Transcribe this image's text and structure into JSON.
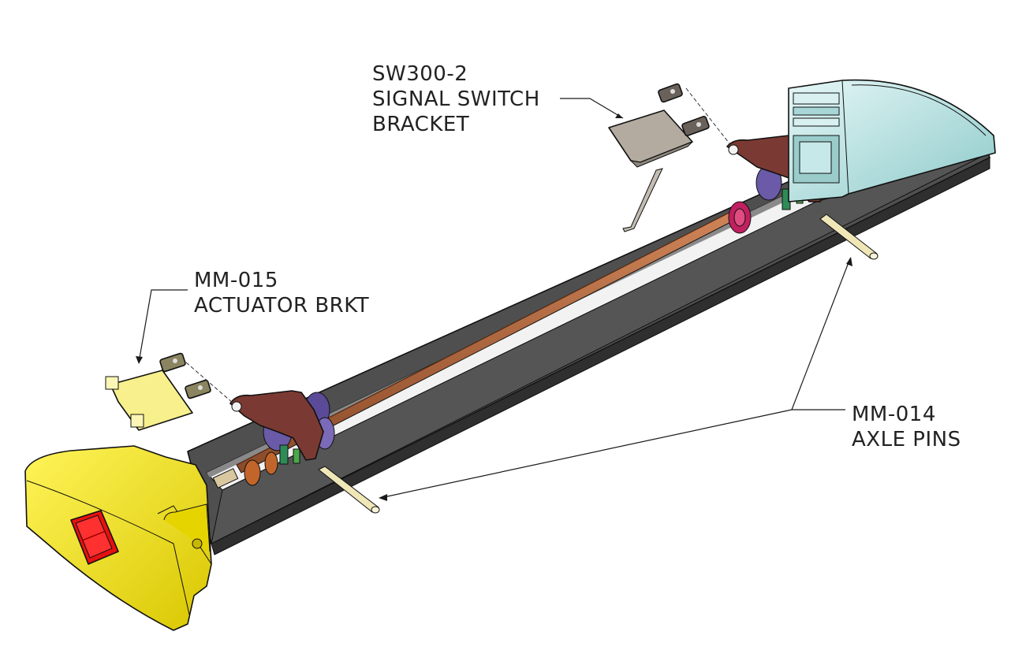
{
  "callouts": {
    "signal_switch_bracket": {
      "part_no": "SW300-2",
      "line2": "SIGNAL SWITCH",
      "line3": "BRACKET"
    },
    "actuator_bracket": {
      "part_no": "MM-015",
      "line2": "ACTUATOR BRKT"
    },
    "axle_pins": {
      "part_no": "MM-014",
      "line2": "AXLE PINS"
    }
  },
  "colors": {
    "rail_body": "#505050",
    "rail_side": "#3a3a3a",
    "rail_channel": "#f2f2f2",
    "end_cap_yellow": "#f2e21a",
    "end_cap_shade": "#c9b800",
    "switch_red": "#e81010",
    "extrusion_cyan": "#bfe6e6",
    "signal_bracket_grey": "#b3aaa0",
    "actuator_bracket_yellow": "#f7f08c",
    "pivot_arm_maroon": "#7a3a33",
    "axle_copper": "#b76a3e",
    "pin_cream": "#efe7b8",
    "roller_purple": "#6a5aa8"
  }
}
